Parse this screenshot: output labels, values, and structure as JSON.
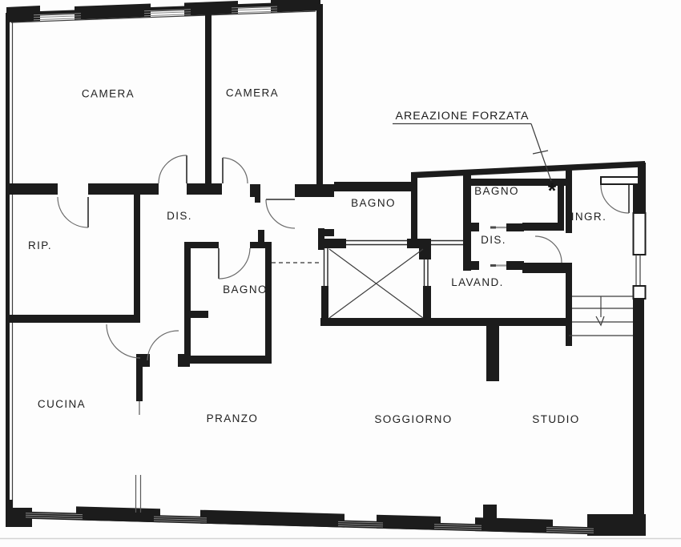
{
  "drawing": {
    "type": "apartment-floor-plan",
    "annotation": {
      "label": "AREAZIONE FORZATA",
      "marker": "*"
    }
  },
  "rooms": [
    {
      "id": "camera-1",
      "label": "CAMERA"
    },
    {
      "id": "camera-2",
      "label": "CAMERA"
    },
    {
      "id": "ripostiglio",
      "label": "RIP."
    },
    {
      "id": "disimpegno-left",
      "label": "DIS."
    },
    {
      "id": "bagno-center",
      "label": "BAGNO"
    },
    {
      "id": "bagno-left",
      "label": "BAGNO"
    },
    {
      "id": "bagno-right",
      "label": "BAGNO"
    },
    {
      "id": "disimpegno-right",
      "label": "DIS."
    },
    {
      "id": "ingresso",
      "label": "INGR."
    },
    {
      "id": "lavanderia",
      "label": "LAVAND."
    },
    {
      "id": "cucina",
      "label": "CUCINA"
    },
    {
      "id": "pranzo",
      "label": "PRANZO"
    },
    {
      "id": "soggiorno",
      "label": "SOGGIORNO"
    },
    {
      "id": "studio",
      "label": "STUDIO"
    }
  ],
  "colors": {
    "wall": "#1c1c1c",
    "paper": "#fdfdfd",
    "thin_line": "#2e2e2e",
    "door_arc": "#6a6a6a",
    "sill_line": "#8a8a8a"
  }
}
